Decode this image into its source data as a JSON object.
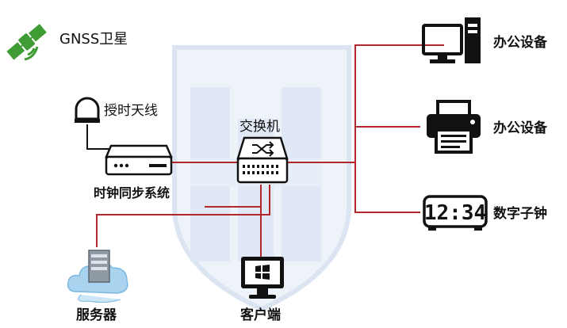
{
  "nodes": {
    "gnss": {
      "label": "GNSS卫星",
      "icon": "satellite-icon"
    },
    "antenna": {
      "label": "授时天线",
      "icon": "antenna-icon"
    },
    "time_sync": {
      "label": "时钟同步系统",
      "icon": "time-server-icon"
    },
    "switch": {
      "label": "交换机",
      "icon": "network-switch-icon"
    },
    "server": {
      "label": "服务器",
      "icon": "server-cloud-icon"
    },
    "client": {
      "label": "客户端",
      "icon": "windows-monitor-icon"
    },
    "office1": {
      "label": "办公设备",
      "icon": "desktop-computer-icon"
    },
    "office2": {
      "label": "办公设备",
      "icon": "printer-icon"
    },
    "clock": {
      "label": "数字子钟",
      "icon": "digital-clock-icon",
      "display": "12:34"
    }
  },
  "colors": {
    "link_line": "#b3262b",
    "icon_dark": "#111111",
    "satellite_green": "#3f9c35",
    "watermark_blue": "#c7d6ea"
  }
}
